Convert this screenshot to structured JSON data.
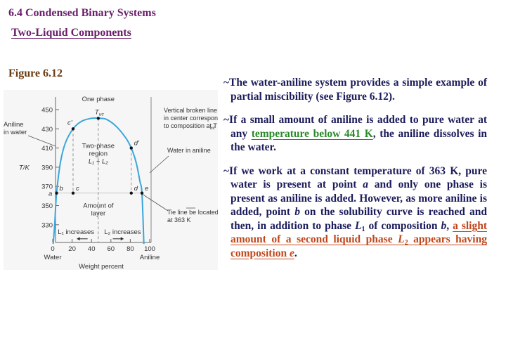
{
  "header": {
    "section_title": "6.4 Condensed Binary Systems",
    "subtitle": "Two-Liquid Components",
    "figure_label": "Figure 6.12"
  },
  "colors": {
    "title": "#6b1f6b",
    "figure_label": "#6b3a10",
    "body": "#1c1c5c",
    "highlight_green": "#2b8a2b",
    "highlight_red": "#c0461b",
    "curve": "#3aa6dc"
  },
  "chart_data": {
    "type": "line",
    "title": "",
    "xlabel": "Weight percent",
    "ylabel": "T/K",
    "x_ticks": [
      0,
      20,
      40,
      60,
      80,
      100
    ],
    "y_ticks": [
      330,
      350,
      370,
      390,
      410,
      430,
      450
    ],
    "xlim": [
      0,
      100
    ],
    "ylim": [
      310,
      470
    ],
    "x_end_labels": {
      "left": "Water",
      "right": "Aniline"
    },
    "series": [
      {
        "name": "Solubility curve",
        "x": [
          0.5,
          2,
          4,
          8,
          13,
          21,
          30,
          40,
          47,
          55,
          65,
          75,
          81,
          86,
          90,
          92,
          94
        ],
        "y": [
          310,
          330,
          363,
          395,
          415,
          430,
          438,
          441,
          441,
          440,
          433,
          421,
          410,
          395,
          375,
          363,
          310
        ]
      }
    ],
    "points": [
      {
        "label": "a",
        "x": 0,
        "y": 363
      },
      {
        "label": "b",
        "x": 4,
        "y": 363
      },
      {
        "label": "c",
        "x": 21,
        "y": 363
      },
      {
        "label": "d",
        "x": 81,
        "y": 363
      },
      {
        "label": "e",
        "x": 92,
        "y": 363
      },
      {
        "label": "c'",
        "x": 21,
        "y": 430
      },
      {
        "label": "d'",
        "x": 81,
        "y": 410
      },
      {
        "label": "T_uc",
        "x": 47,
        "y": 441
      }
    ],
    "tie_line": {
      "from": "b",
      "to": "e",
      "T": 363
    },
    "annotations": {
      "one_phase": "One phase",
      "tuc": "T",
      "tuc_sub": "uc",
      "two_phase_1": "Two-phase",
      "two_phase_2": "region",
      "two_phase_3": "L₁ + L₂",
      "amount_1": "Amount of",
      "amount_2": "layer",
      "l1_increases": "L₁ increases",
      "l2_increases": "L₂ increases",
      "aniline_in_water_1": "Aniline",
      "aniline_in_water_2": "in water",
      "water_in_aniline": "Water in aniline",
      "vertical_1": "Vertical broken line",
      "vertical_2": "in center corresponds",
      "vertical_3": "to composition at T",
      "tie_1": "Tie line be located",
      "tie_2": "at 363 K",
      "a_label": "a"
    }
  },
  "paragraphs": {
    "p1": {
      "text": "~The water-aniline system provides a simple example of partial miscibility (see Figure 6.12)."
    },
    "p2": {
      "pre": "~If a small amount of aniline is added to pure water at any ",
      "highlight": "temperature below 441 K",
      "post": ", the aniline dissolves in the water."
    },
    "p3": {
      "t1": "~If we work at a constant temperature of 363 K, pure water is present at point ",
      "a": "a",
      "t2": " and only one phase is present as aniline is added. However, as more aniline is added, point ",
      "b": "b",
      "t3": " on the solubility curve is reached and then, in addition to phase ",
      "L": "L",
      "sub1": "1",
      "t4": " of composition ",
      "b2": "b",
      "t5": ", ",
      "h1": "a slight amount of a second liquid phase ",
      "hL": "L",
      "hsub": "2",
      "h2": " appears having composition ",
      "he": "e",
      "end": "."
    }
  }
}
